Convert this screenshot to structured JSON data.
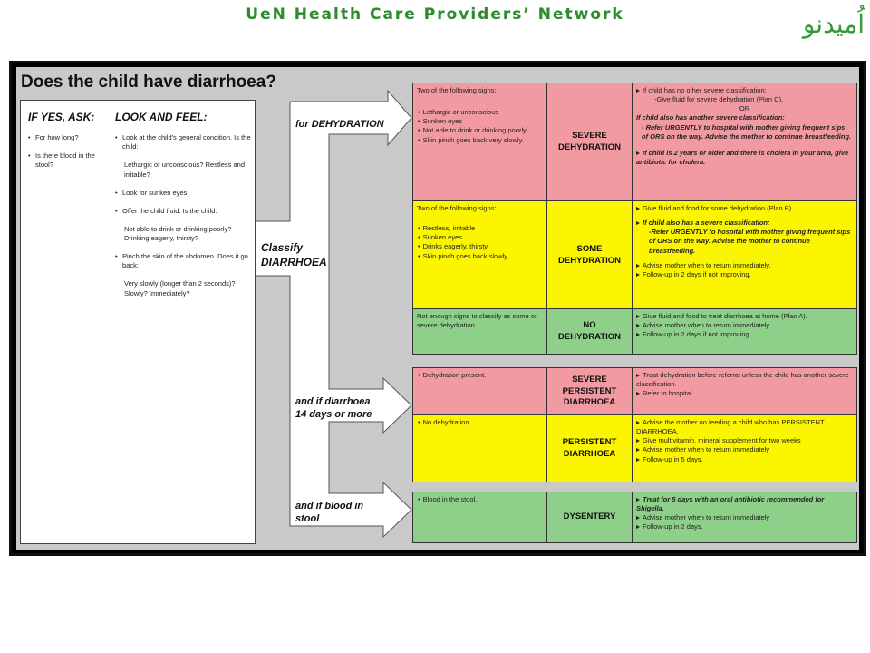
{
  "header": {
    "title": "UeN Health Care Providers’ Network",
    "logo_text": "اُمیدنو"
  },
  "chart": {
    "title": "Does the child have diarrhoea?",
    "ask": {
      "heading": "IF YES, ASK:",
      "items": [
        "For how long?",
        "Is there blood in the stool?"
      ]
    },
    "look": {
      "heading": "LOOK AND FEEL:",
      "items": [
        {
          "text": "Look at the child's general condition. Is the child:",
          "sub": "Lethargic or unconscious? Restless and irritable?"
        },
        {
          "text": "Look for sunken eyes.",
          "sub": ""
        },
        {
          "text": "Offer the child fluid. Is the child:",
          "sub": "Not able to drink or drinking poorly? Drinking eagerly, thirsty?"
        },
        {
          "text": "Pinch the skin of the abdomen. Does it go back:",
          "sub": "Very slowly (longer than 2 seconds)? Slowly? Immediately?"
        }
      ]
    },
    "classify_label": "Classify DIARRHOEA",
    "arrow_labels": {
      "dehydration": "for DEHYDRATION",
      "persistent": "and if diarrhoea 14 days or more",
      "blood": "and if blood in stool"
    },
    "rows": {
      "severe_dehydration": {
        "signs_intro": "Two of the following signs:",
        "signs": [
          "Lethargic or unconscious",
          "Sunken eyes",
          "Not able to drink or drinking poorly",
          "Skin pinch goes back very slowly."
        ],
        "classification": "SEVERE DEHYDRATION",
        "t1": "If child has no other severe classification:",
        "t2": "-Give fluid for severe dehydration (Plan C).",
        "t3": "OR",
        "t4": "If child also has another severe classification:",
        "t5": "- Refer URGENTLY to hospital with mother giving frequent sips of ORS on the way. Advise the mother to continue breastfeeding.",
        "t6": "If child is 2 years or older and there is cholera in your area, give antibiotic for cholera."
      },
      "some_dehydration": {
        "signs_intro": "Two of the following signs:",
        "signs": [
          "Restless, irritable",
          "Sunken eyes",
          "Drinks eagerly, thirsty",
          "Skin pinch goes back slowly."
        ],
        "classification": "SOME DEHYDRATION",
        "t1": "Give fluid and food for some dehydration (Plan B).",
        "t2": "If child also has a severe classification:",
        "t3": "-Refer URGENTLY to hospital with mother giving frequent sips of ORS on the way. Advise the mother to continue breastfeeding.",
        "t4": "Advise mother when to return immediately.",
        "t5": "Follow-up in 2 days if not improving."
      },
      "no_dehydration": {
        "signs_text": "Not enough signs to classify as some or severe dehydration.",
        "classification": "NO DEHYDRATION",
        "t1": "Give fluid and food to treat diarrhoea at home (Plan A).",
        "t2": "Advise mother when to return immediately.",
        "t3": "Follow-up in 2 days if not improving."
      },
      "severe_persistent": {
        "sign": "Dehydration present.",
        "classification": "SEVERE PERSISTENT DIARRHOEA",
        "t1": "Treat dehydration before referral unless the child has another severe classification.",
        "t2": "Refer to hospital."
      },
      "persistent": {
        "sign": "No dehydration.",
        "classification": "PERSISTENT DIARRHOEA",
        "t1": "Advise the mother on feeding a child who has PERSISTENT DIARRHOEA.",
        "t2": "Give multivitamin, mineral supplement for two weeks",
        "t3": "Advise mother when to return immediately",
        "t4": "Follow-up in 5 days."
      },
      "dysentery": {
        "sign": "Blood in the stool.",
        "classification": "DYSENTERY",
        "t1": "Treat for 5 days with an oral antibiotic recommended for Shigella.",
        "t2": "Advise mother when to return immediately",
        "t3": "Follow-up in 2 days."
      }
    },
    "colors": {
      "severe": "#f19aa1",
      "moderate": "#fbf500",
      "mild": "#8ed08a"
    }
  }
}
